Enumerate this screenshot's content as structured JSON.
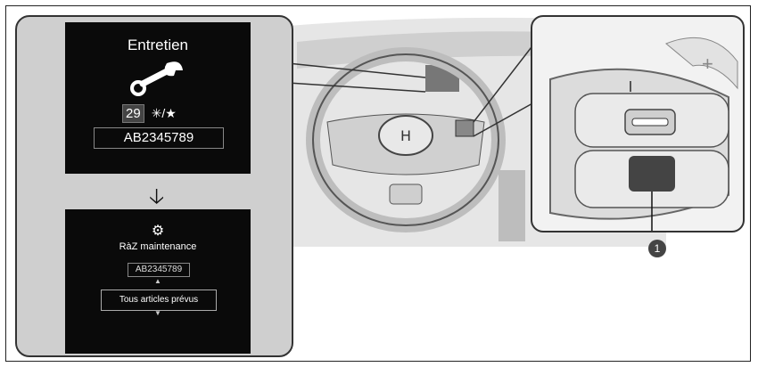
{
  "screen1": {
    "title": "Entretien",
    "days": "29",
    "indicator": "✳/★",
    "code": "AB2345789"
  },
  "screen2": {
    "title": "RàZ maintenance",
    "code": "AB2345789",
    "selection": "Tous articles prévus"
  },
  "callout": {
    "number": "1"
  },
  "icons": [
    "wrench-icon",
    "gear-icon",
    "arrow-down-icon",
    "steering-wheel-icon"
  ],
  "colors": {
    "screen_bg": "#0a0a0a",
    "callout_bg": "#cfcfcf",
    "dashboard": "#d8d8d8",
    "marker": "#444444"
  }
}
